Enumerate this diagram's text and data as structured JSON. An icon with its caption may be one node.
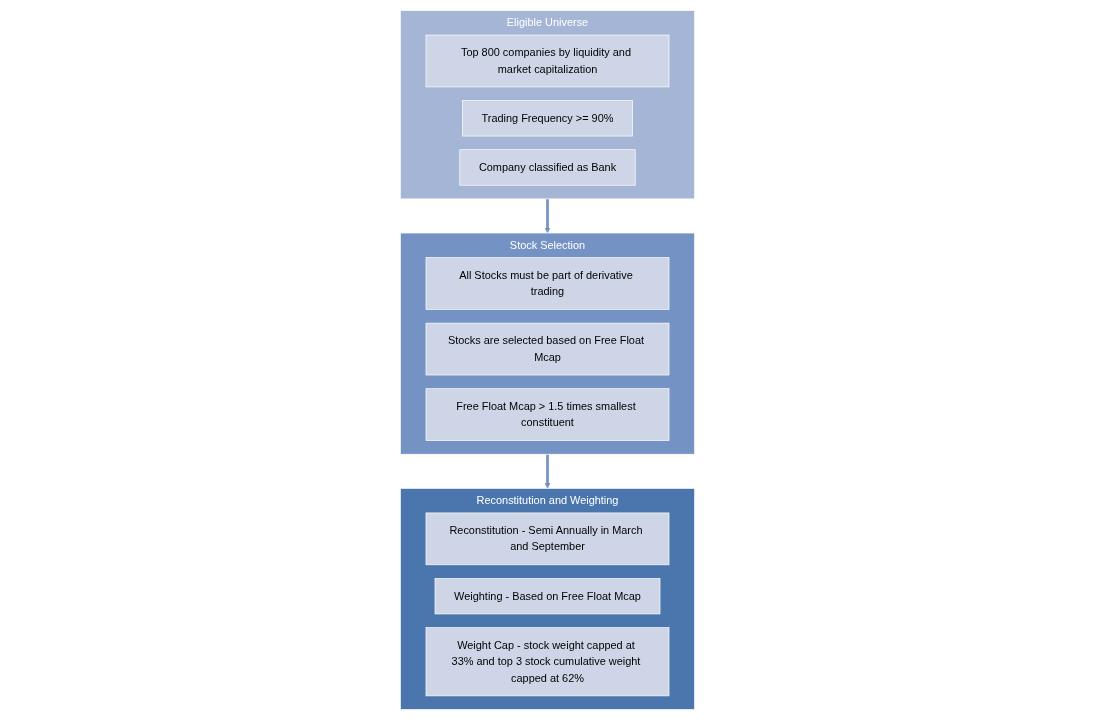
{
  "diagram": {
    "nodes": [
      {
        "text": [
          "Eligible Universe"
        ]
      },
      {
        "text": [
          "Top 800 companies by liquidity and market capitalization"
        ],
        "in": 0
      },
      {
        "text": [
          "Trading Frequency >= 90%"
        ],
        "in": 0
      },
      {
        "text": [
          "Company classified as Bank"
        ],
        "in": 0
      },
      {
        "text": [
          "Stock Selection"
        ]
      },
      {
        "text": [
          "All Stocks must be part of derivative trading"
        ],
        "in": 4
      },
      {
        "text": [
          "Stocks are selected based on Free Float Mcap"
        ],
        "in": 4
      },
      {
        "text": [
          "Free Float Mcap > 1.5 times smallest constituent"
        ],
        "in": 4
      },
      {
        "text": [
          "Reconstitution and Weighting"
        ]
      },
      {
        "text": [
          "Reconstitution - Semi Annually in March and September"
        ],
        "in": 8
      },
      {
        "text": [
          "Weighting - Based on Free Float Mcap"
        ],
        "in": 8
      },
      {
        "text": [
          "Weight Cap - stock weight capped at 33% and top 3 stock cumulative weight capped at 62%"
        ],
        "in": 8
      }
    ],
    "edges": [
      {
        "from": 0,
        "to": 4,
        "arrow": "to"
      },
      {
        "from": 4,
        "to": 8,
        "arrow": "to"
      }
    ]
  }
}
